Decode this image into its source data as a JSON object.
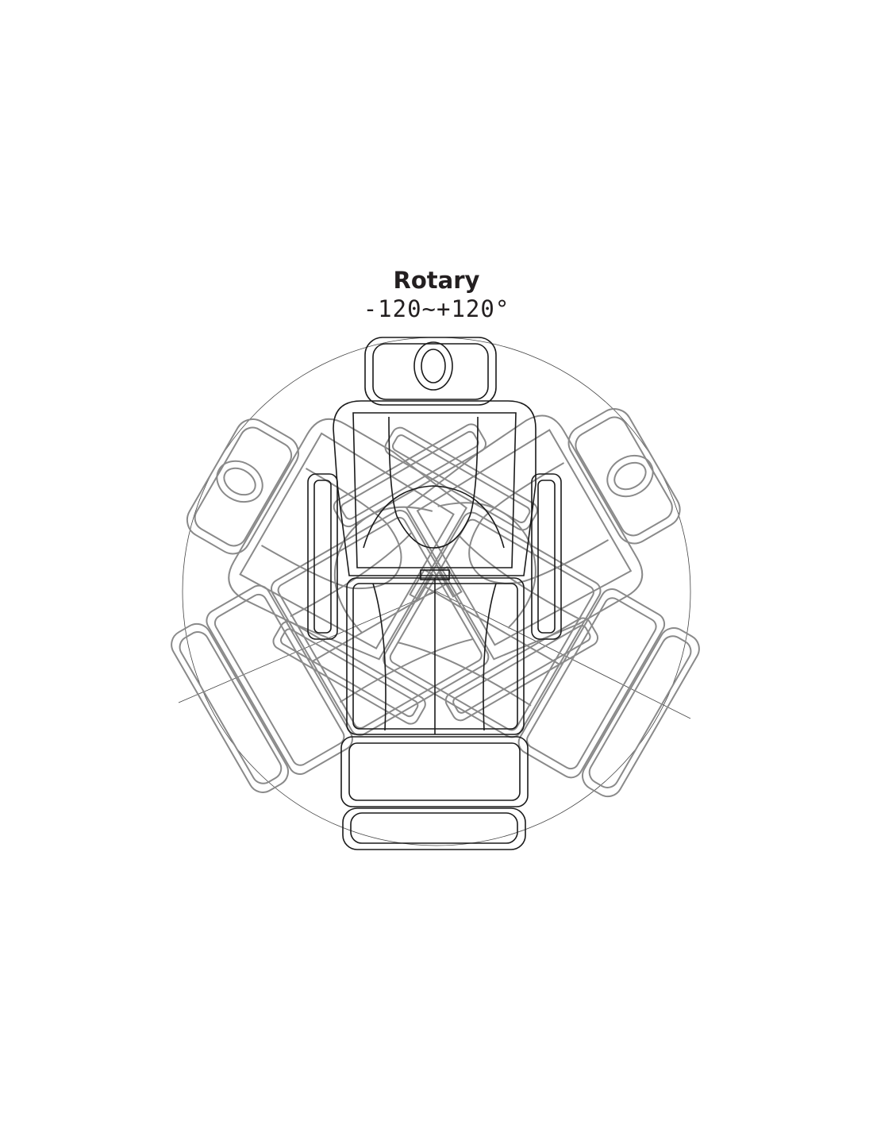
{
  "label": {
    "title": "Rotary",
    "range": "-120~+120°"
  },
  "rotation": {
    "min_deg": -120,
    "max_deg": 120
  },
  "colors": {
    "main_stroke": "#1a1a1a",
    "ghost_stroke": "#8a8a8a"
  }
}
